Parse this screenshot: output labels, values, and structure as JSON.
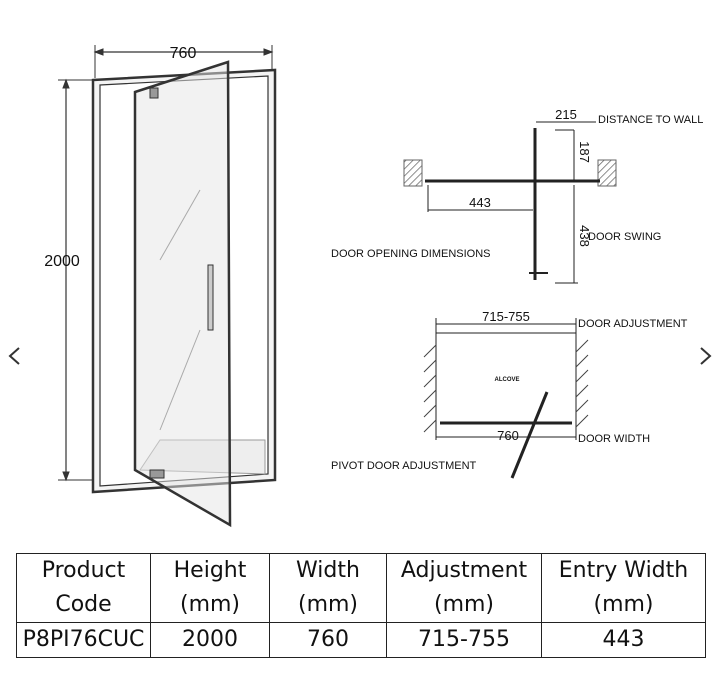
{
  "diagram": {
    "front_view": {
      "width_label": "760",
      "height_label": "2000"
    },
    "door_opening": {
      "title": "DOOR OPENING DIMENSIONS",
      "distance_to_wall_value": "215",
      "distance_to_wall_label": "DISTANCE TO WALL",
      "depth_value": "187",
      "entry_value": "443",
      "swing_value": "438",
      "swing_label": "DOOR SWING"
    },
    "pivot_adjustment": {
      "title": "PIVOT DOOR ADJUSTMENT",
      "adjustment_value": "715-755",
      "adjustment_label": "DOOR ADJUSTMENT",
      "alcove_label": "ALCOVE",
      "width_value": "760",
      "width_label": "DOOR WIDTH"
    }
  },
  "carousel": {
    "prev_icon": "chevron-left-icon",
    "next_icon": "chevron-right-icon"
  },
  "spec_table": {
    "headers": [
      [
        "Product",
        "Code"
      ],
      [
        "Height",
        "(mm)"
      ],
      [
        "Width",
        "(mm)"
      ],
      [
        "Adjustment",
        "(mm)"
      ],
      [
        "Entry Width",
        "(mm)"
      ]
    ],
    "row": [
      "P8PI76CUC",
      "2000",
      "760",
      "715-755",
      "443"
    ]
  }
}
